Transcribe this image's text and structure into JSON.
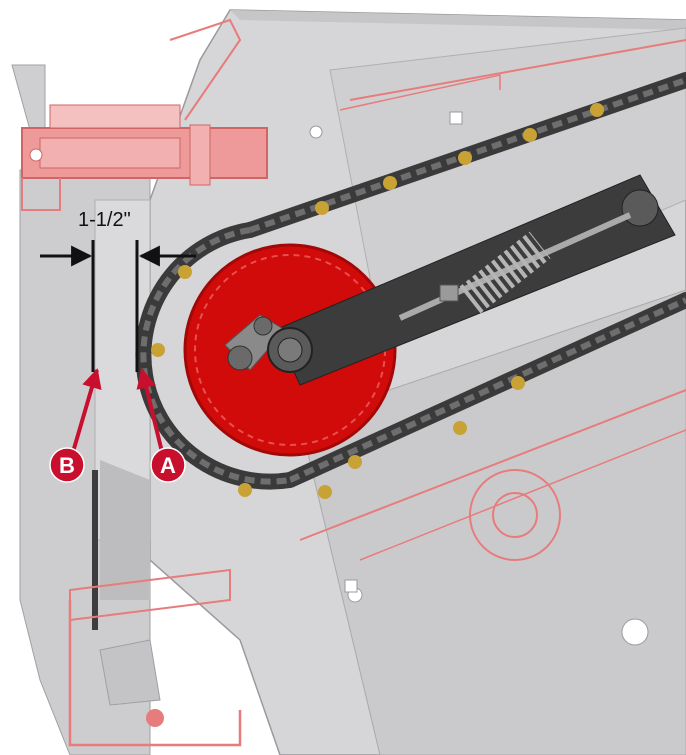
{
  "dimension": {
    "label": "1-1/2\""
  },
  "callouts": [
    {
      "id": "A",
      "label": "A",
      "color": "#c8102e"
    },
    {
      "id": "B",
      "label": "B",
      "color": "#c8102e"
    }
  ],
  "colors": {
    "housing": "#d2d2d4",
    "housing_dark": "#bcbcbe",
    "outline_red": "#e77c7c",
    "sprocket": "#d10a0a",
    "chain": "#4a4a4a",
    "arm": "#3c3c3c",
    "spring": "#8a8a8a",
    "bolt": "#c9a236",
    "callout": "#c8102e",
    "dimension_line": "#111111"
  },
  "icons": [
    "sprocket-icon",
    "chain-icon",
    "tension-spring-icon",
    "callout-bubble-icon",
    "arrow-icon"
  ]
}
